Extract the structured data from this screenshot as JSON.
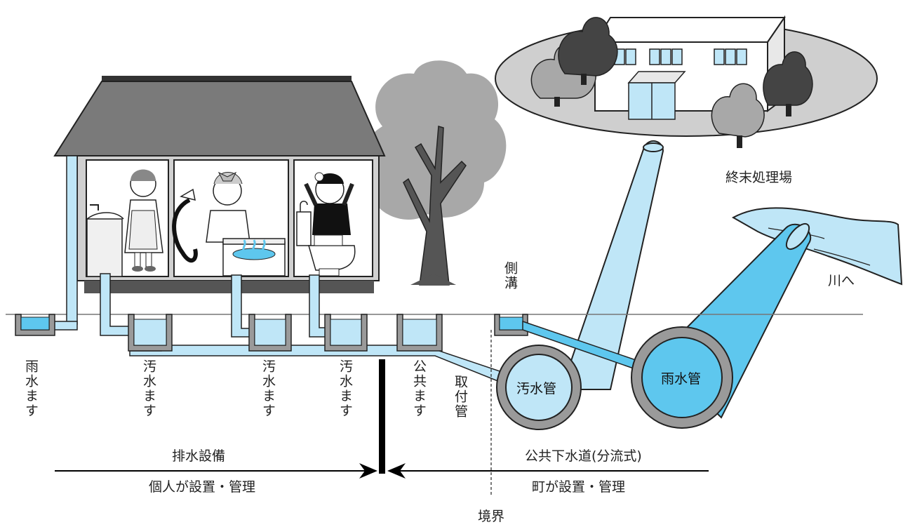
{
  "labels": {
    "treatment_plant": "終末処理場",
    "river": "川へ",
    "side_ditch": "側溝",
    "rain_box": "雨水ます",
    "sewage_box_1": "汚水ます",
    "sewage_box_2": "汚水ます",
    "sewage_box_3": "汚水ます",
    "public_box": "公共ます",
    "connection_pipe": "取付管",
    "sewage_main": "汚水管",
    "rain_main": "雨水管",
    "drainage_facility": "排水設備",
    "private_managed": "個人が設置・管理",
    "public_sewer": "公共下水道(分流式)",
    "town_managed": "町が設置・管理",
    "boundary": "境界"
  },
  "colors": {
    "water": "#bfe6f7",
    "water_dark": "#5ec7ee",
    "pipe_outline": "#222222",
    "roof": "#7a7a7a",
    "tree": "#a8a8a8",
    "tree_dark": "#444444",
    "ground_box": "#9a9a9a"
  }
}
